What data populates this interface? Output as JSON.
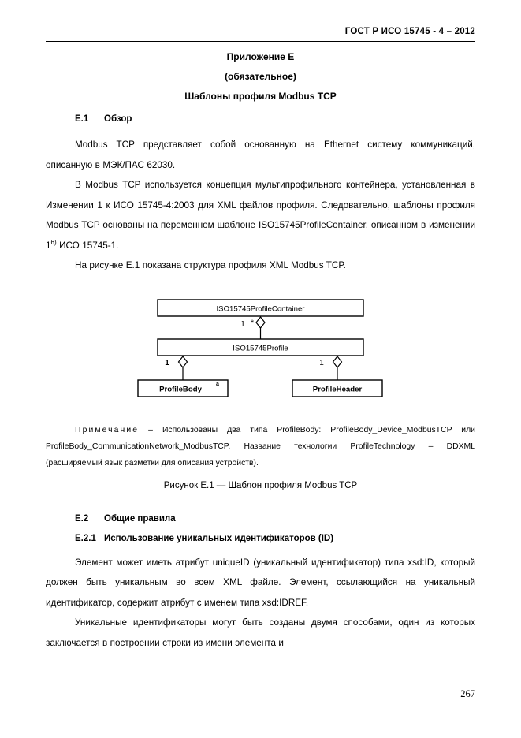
{
  "document": {
    "header": "ГОСТ Р ИСО 15745 - 4 – 2012",
    "page_number": "267"
  },
  "annex": {
    "title_lines": [
      "Приложение Е",
      "(обязательное)",
      "Шаблоны профиля Modbus TCP"
    ]
  },
  "sections": {
    "e1": {
      "number": "Е.1",
      "title": "Обзор",
      "paragraphs": [
        "Modbus TCP представляет собой основанную на Ethernet систему коммуникаций, описанную в МЭК/ПАС 62030.",
        "В Modbus TCP используется концепция мультипрофильного контейнера, установленная в Изменении 1 к ИСО 15745-4:2003 для XML файлов профиля. Следовательно, шаблоны профиля Modbus TCP основаны на переменном шаблоне ISO15745ProfileContainer, описанном в изменении 1",
        "На рисунке Е.1 показана структура профиля XML Modbus TCP."
      ],
      "paragraph2_superscript": "6)",
      "paragraph2_tail": " ИСО 15745-1."
    },
    "e2": {
      "number": "Е.2",
      "title": "Общие правила"
    },
    "e21": {
      "number": "Е.2.1",
      "title": "Использование уникальных идентификаторов (ID)",
      "paragraphs": [
        "Элемент может иметь атрибут uniqueID (уникальный идентификатор) типа xsd:ID, который должен быть уникальным во всем XML файле. Элемент, ссылающийся на уникальный идентификатор, содержит атрибут с именем типа xsd:IDREF.",
        "Уникальные идентификаторы могут быть созданы двумя способами, один из которых заключается в построении строки из имени элемента и"
      ]
    }
  },
  "figure": {
    "caption": "Рисунок Е.1 — Шаблон профиля Modbus TCP",
    "note": {
      "label": "Примечание",
      "dash": "–",
      "text": "Использованы два типа ProfileBody: ProfileBody_Device_ModbusTCP или ProfileBody_CommunicationNetwork_ModbusTCP. Название технологии ProfileTechnology – DDXML (расширяемый язык разметки для описания устройств)."
    },
    "diagram": {
      "type": "uml-class-diagram",
      "boxes": [
        {
          "id": "container",
          "label": "ISO15745ProfileContainer"
        },
        {
          "id": "profile",
          "label": "ISO15745Profile"
        },
        {
          "id": "body",
          "label": "ProfileBody",
          "superscript": "a"
        },
        {
          "id": "header",
          "label": "ProfileHeader"
        }
      ],
      "associations": [
        {
          "from": "container",
          "to": "profile",
          "multiplicity_source": "1",
          "multiplicity_target": "*",
          "aggregation": "diamond"
        },
        {
          "from": "profile",
          "to": "body",
          "multiplicity_source": "1",
          "aggregation": "diamond"
        },
        {
          "from": "profile",
          "to": "header",
          "multiplicity_source": "1",
          "aggregation": "diamond"
        }
      ],
      "line_color": "#000000",
      "fill_color": "#ffffff"
    }
  }
}
